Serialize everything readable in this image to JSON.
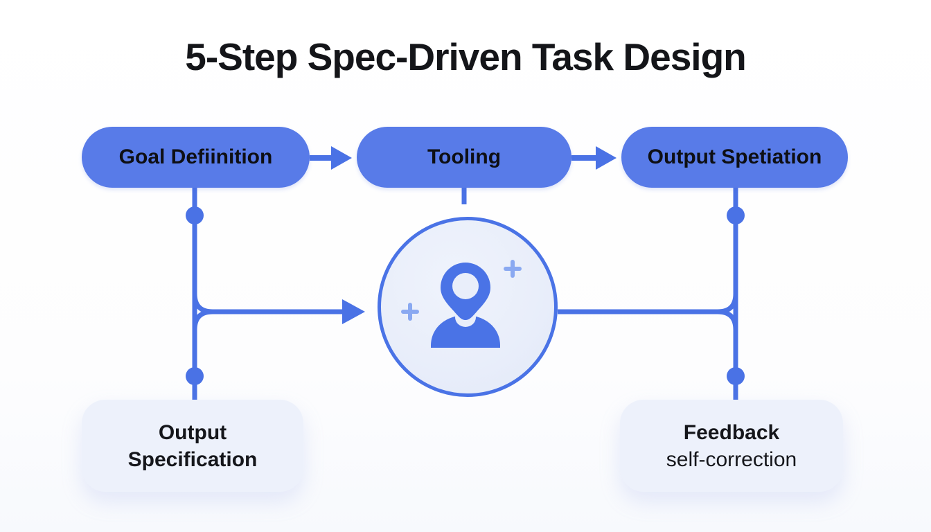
{
  "title": "5-Step Spec-Driven Task Design",
  "pipeline": {
    "steps": [
      {
        "id": "goal-definition",
        "label": "Goal Defiinition"
      },
      {
        "id": "tooling",
        "label": "Tooling"
      },
      {
        "id": "output-spetiation",
        "label": "Output Spetiation"
      }
    ],
    "center": {
      "icon": "person-pin-icon"
    },
    "outputs": [
      {
        "id": "output-specification",
        "lines": [
          "Output",
          "Specification"
        ]
      },
      {
        "id": "feedback-self-correction",
        "lines": [
          "Feedback",
          "self-correction"
        ]
      }
    ]
  },
  "colors": {
    "pill_blue": "#587be8",
    "connector_blue": "#4a72e5",
    "circle_border": "#4a73e6",
    "circle_fill": "#e9eefa",
    "soft_box_fill": "#edf1fb",
    "plus_accent": "#8aa9f1",
    "text_dark": "#141519",
    "background": "#fdfdfe"
  }
}
